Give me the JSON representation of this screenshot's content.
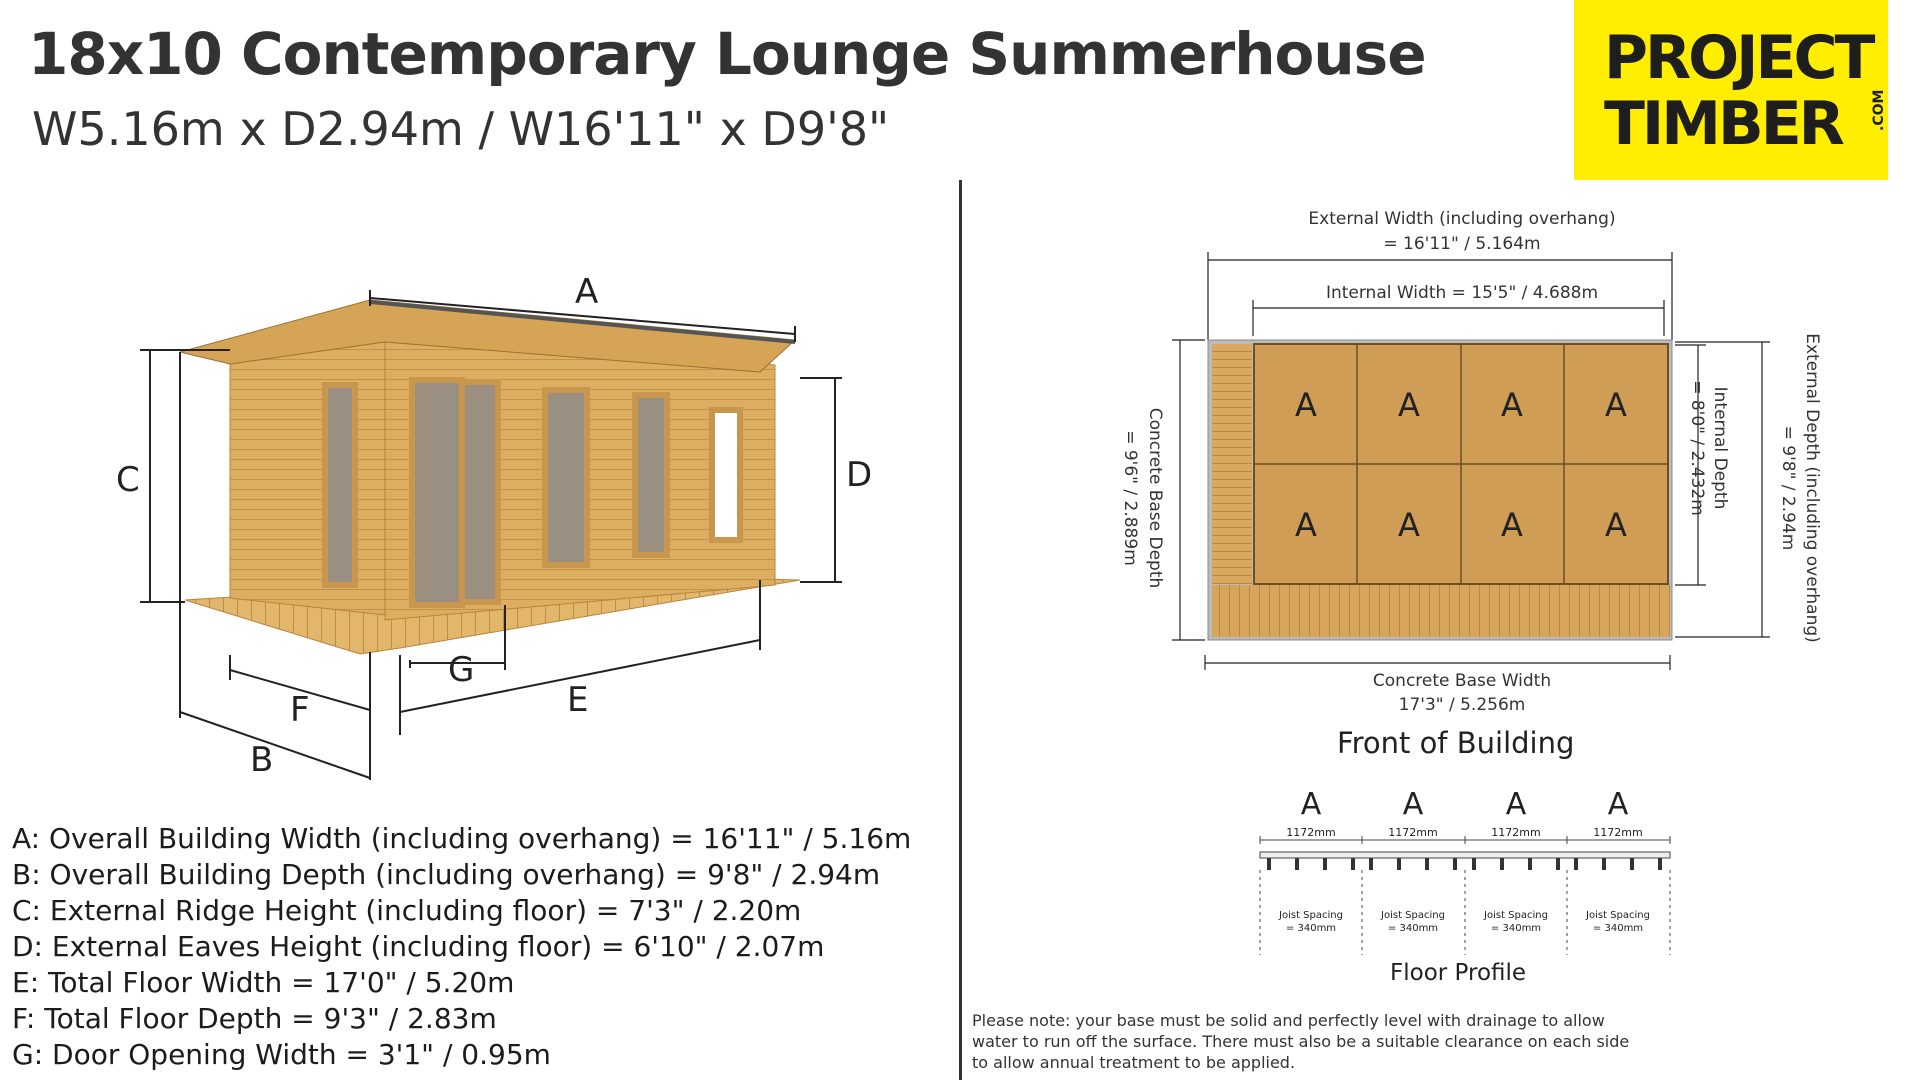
{
  "title": "18x10 Contemporary Lounge Summerhouse",
  "subtitle": "W5.16m x D2.94m / W16'11\" x D9'8\"",
  "logo": {
    "line1": "PROJECT",
    "line2": "TIMBER",
    "suffix": ".COM"
  },
  "diagram_labels": {
    "A": "A",
    "B": "B",
    "C": "C",
    "D": "D",
    "E": "E",
    "F": "F",
    "G": "G"
  },
  "specs": [
    "A: Overall Building Width (including overhang) = 16'11\" / 5.16m",
    "B: Overall Building Depth (including overhang) = 9'8\" / 2.94m",
    "C: External Ridge Height (including floor) = 7'3\" / 2.20m",
    "D: External Eaves Height (including floor) = 6'10\" / 2.07m",
    "E: Total Floor Width = 17'0\" / 5.20m",
    "F: Total Floor Depth = 9'3\" / 2.83m",
    "G: Door Opening Width = 3'1\" / 0.95m"
  ],
  "floor_plan": {
    "external_width_label": "External Width (including overhang)",
    "external_width_value": "= 16'11\" / 5.164m",
    "internal_width": "Internal Width = 15'5\" / 4.688m",
    "concrete_base_depth_label": "Concrete Base Depth",
    "concrete_base_depth_value": "= 9'6\" / 2.889m",
    "internal_depth_label": "Internal Depth",
    "internal_depth_value": "= 8'0\" / 2.432m",
    "external_depth_label": "External Depth (including overhang)",
    "external_depth_value": "= 9'8\" / 2.94m",
    "concrete_base_width_label": "Concrete Base Width",
    "concrete_base_width_value": "17'3\" / 5.256m",
    "panel_letter": "A",
    "front_label": "Front of Building"
  },
  "floor_profile": {
    "panels": [
      {
        "letter": "A",
        "width": "1172mm",
        "joist_label": "Joist Spacing",
        "joist_value": "= 340mm"
      },
      {
        "letter": "A",
        "width": "1172mm",
        "joist_label": "Joist Spacing",
        "joist_value": "= 340mm"
      },
      {
        "letter": "A",
        "width": "1172mm",
        "joist_label": "Joist Spacing",
        "joist_value": "= 340mm"
      },
      {
        "letter": "A",
        "width": "1172mm",
        "joist_label": "Joist Spacing",
        "joist_value": "= 340mm"
      }
    ],
    "title": "Floor Profile"
  },
  "note": "Please note: your base must be solid and perfectly level with drainage to allow water to run off the surface. There must also be a suitable  clearance on each side to allow annual treatment to be applied.",
  "colors": {
    "logo_bg": "#ffee00",
    "timber": "#d9a85a",
    "timber_dark": "#b8843a",
    "line": "#222222"
  }
}
